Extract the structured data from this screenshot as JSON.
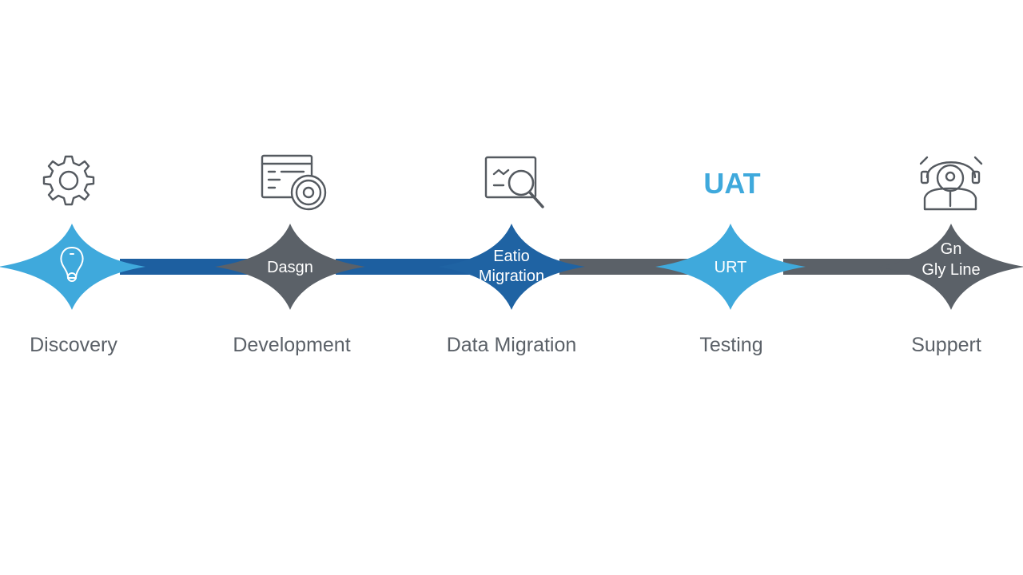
{
  "colors": {
    "light_blue": "#3fa9dc",
    "dark_blue": "#1f63a3",
    "gray": "#5b6168",
    "connector_blue": "#1d5fa0",
    "connector_gray": "#5b6168",
    "label_text": "#5b6168"
  },
  "stages": [
    {
      "icon": "gear-icon",
      "node_lines": [],
      "node_icon": "lightbulb-icon",
      "label": "Discovery",
      "node_color": "#3fa9dc"
    },
    {
      "icon": "browser-window-icon",
      "node_lines": [
        "Dasgn"
      ],
      "label": "Development",
      "node_color": "#5b6168"
    },
    {
      "icon": "magnifier-screen-icon",
      "node_lines": [
        "Eatio",
        "Migration"
      ],
      "label": "Data Migration",
      "node_color": "#1f63a3"
    },
    {
      "icon_text": "UAT",
      "node_lines": [
        "URT"
      ],
      "label": "Testing",
      "node_color": "#3fa9dc"
    },
    {
      "icon": "support-agent-icon",
      "node_lines": [
        "Gn",
        "Gly Line"
      ],
      "label": "Suppert",
      "node_color": "#5b6168"
    }
  ]
}
